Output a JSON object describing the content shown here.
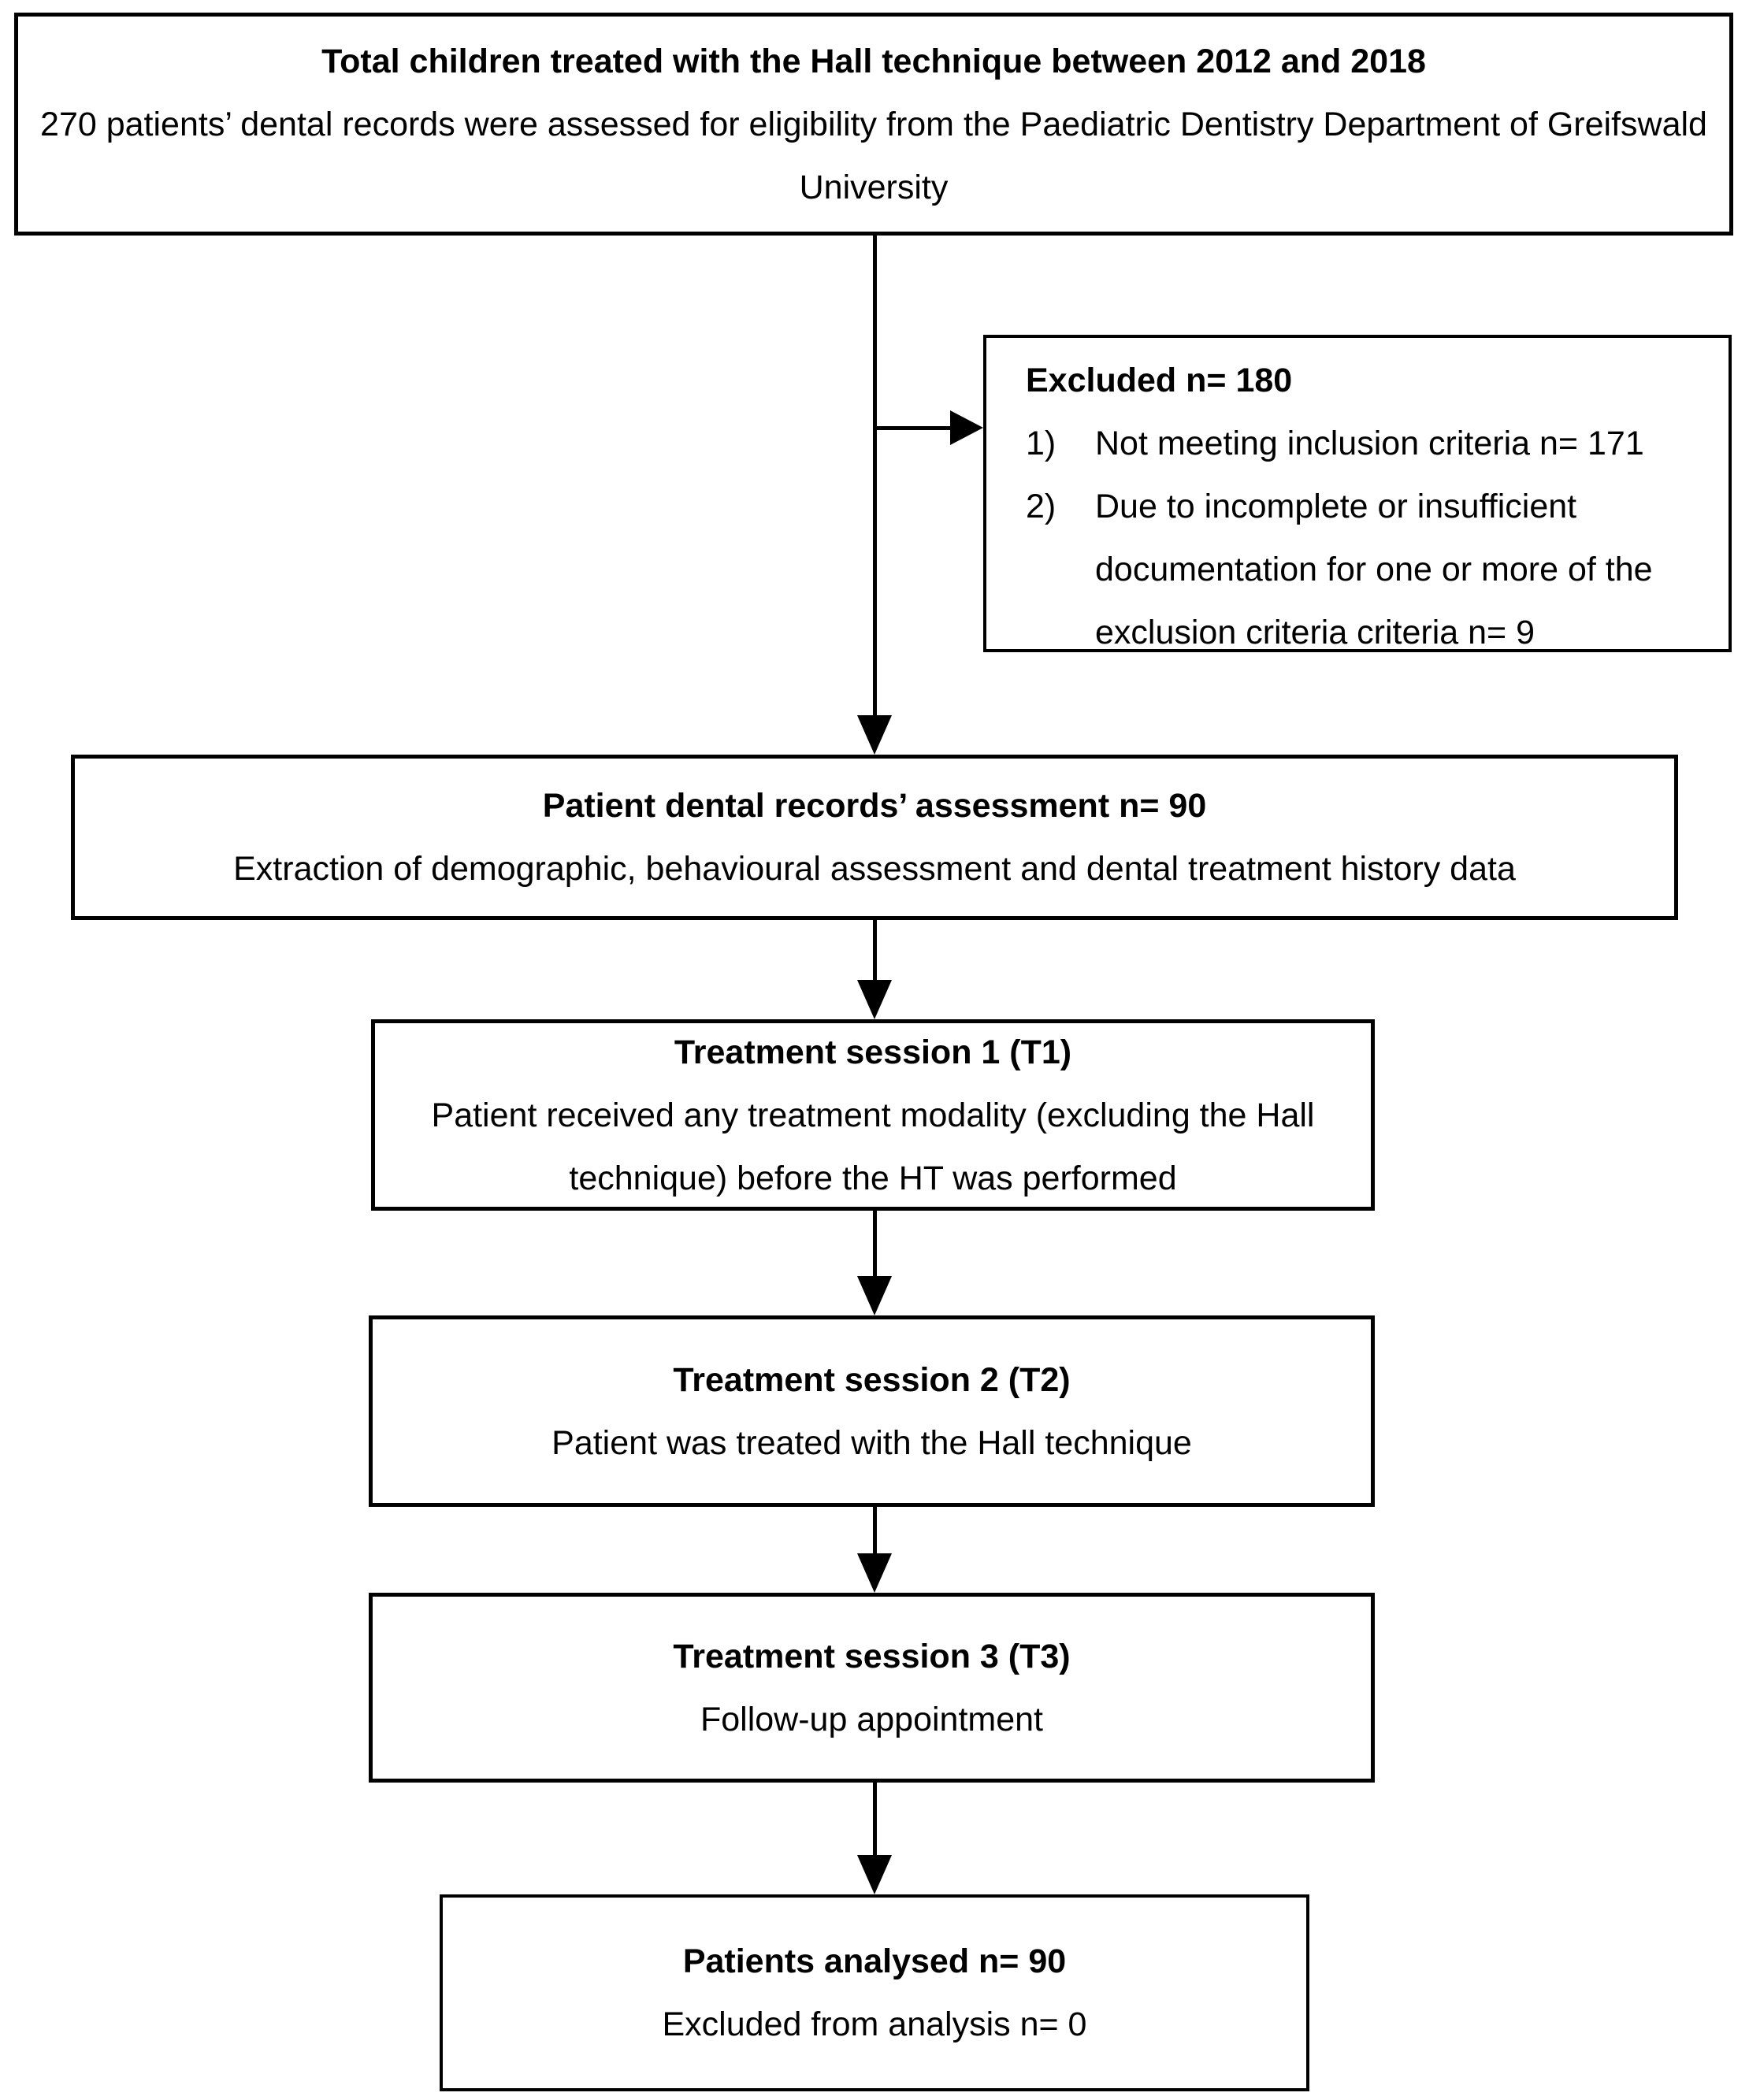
{
  "page": {
    "background_color": "#ffffff",
    "ink_color": "#000000"
  },
  "flowchart": {
    "box_total": {
      "title": "Total children treated with the Hall technique between 2012 and 2018",
      "body": "270 patients’ dental records were assessed for eligibility from the Paediatric Dentistry Department of Greifswald University"
    },
    "box_excluded": {
      "title": "Excluded n= 180",
      "items": [
        {
          "num": "1)",
          "text": "Not meeting inclusion criteria n= 171"
        },
        {
          "num": "2)",
          "text": "Due to incomplete or insufficient documentation for one or more of the exclusion criteria criteria n= 9"
        }
      ]
    },
    "box_assessment": {
      "title": "Patient dental records’ assessment n= 90",
      "body": "Extraction of demographic, behavioural assessment and dental treatment history data"
    },
    "box_t1": {
      "title": "Treatment session 1 (T1)",
      "body": "Patient received any treatment modality (excluding the Hall technique) before the HT was performed"
    },
    "box_t2": {
      "title": "Treatment session 2 (T2)",
      "body": "Patient was treated with the Hall technique"
    },
    "box_t3": {
      "title": "Treatment session 3 (T3)",
      "body": "Follow-up appointment"
    },
    "box_analysed": {
      "title": "Patients analysed n= 90",
      "body": "Excluded from analysis n= 0"
    }
  }
}
